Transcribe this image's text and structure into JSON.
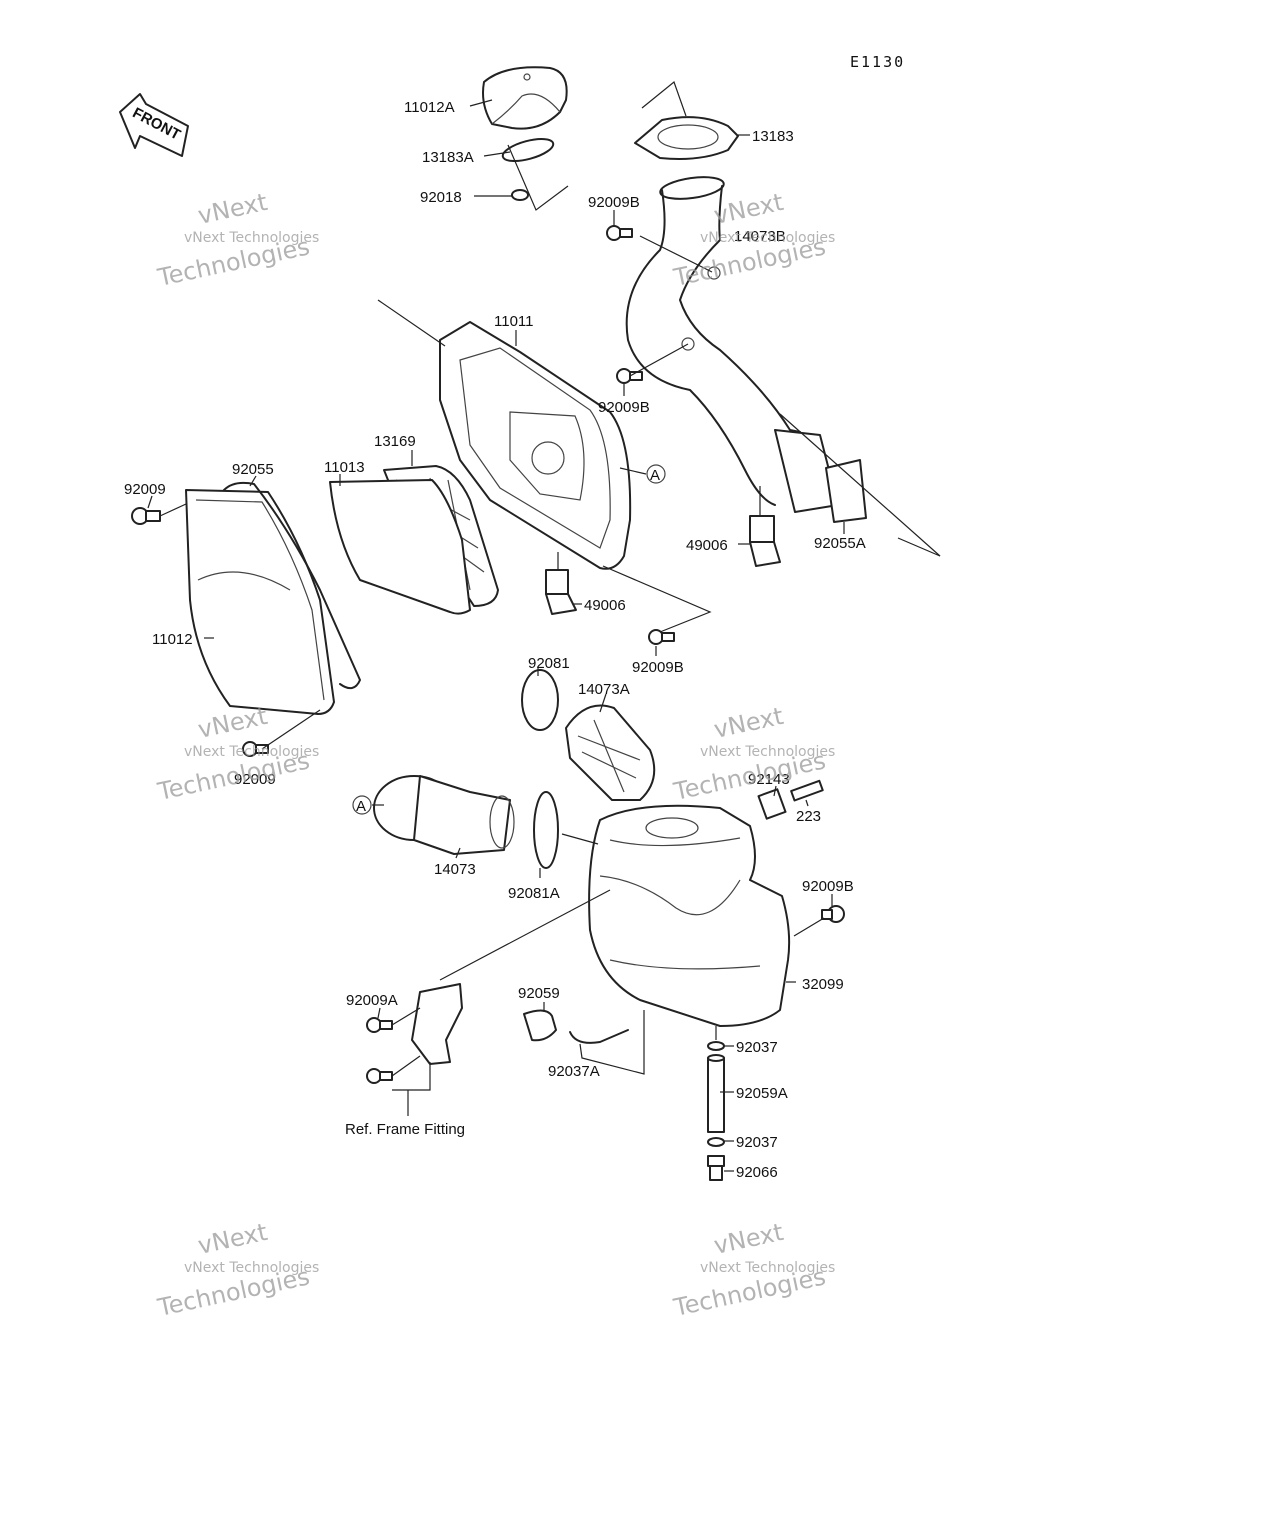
{
  "diagram_code": "E1130",
  "front_label": "FRONT",
  "marker_a": "A",
  "watermark_line1": "vNext Technologies",
  "watermark_line2": "vNext",
  "watermark_line3": "Technologies",
  "ref_note": "Ref. Frame Fitting",
  "parts": {
    "p11012A": "11012A",
    "p13183A": "13183A",
    "p92018": "92018",
    "p13183": "13183",
    "p92009B_1": "92009B",
    "p14073B": "14073B",
    "p92009B_2": "92009B",
    "p11011": "11011",
    "p13169": "13169",
    "p11013": "11013",
    "p92055": "92055",
    "p92009_1": "92009",
    "p11012": "11012",
    "p49006_1": "49006",
    "p49006_2": "49006",
    "p92055A": "92055A",
    "p92009B_3": "92009B",
    "p92081": "92081",
    "p14073A": "14073A",
    "p92009_2": "92009",
    "p14073": "14073",
    "p92081A": "92081A",
    "p92143": "92143",
    "p223": "223",
    "p92009B_4": "92009B",
    "p32099": "32099",
    "p92009A": "92009A",
    "p92059": "92059",
    "p92037A": "92037A",
    "p92037_1": "92037",
    "p92059A": "92059A",
    "p92037_2": "92037",
    "p92066": "92066"
  }
}
